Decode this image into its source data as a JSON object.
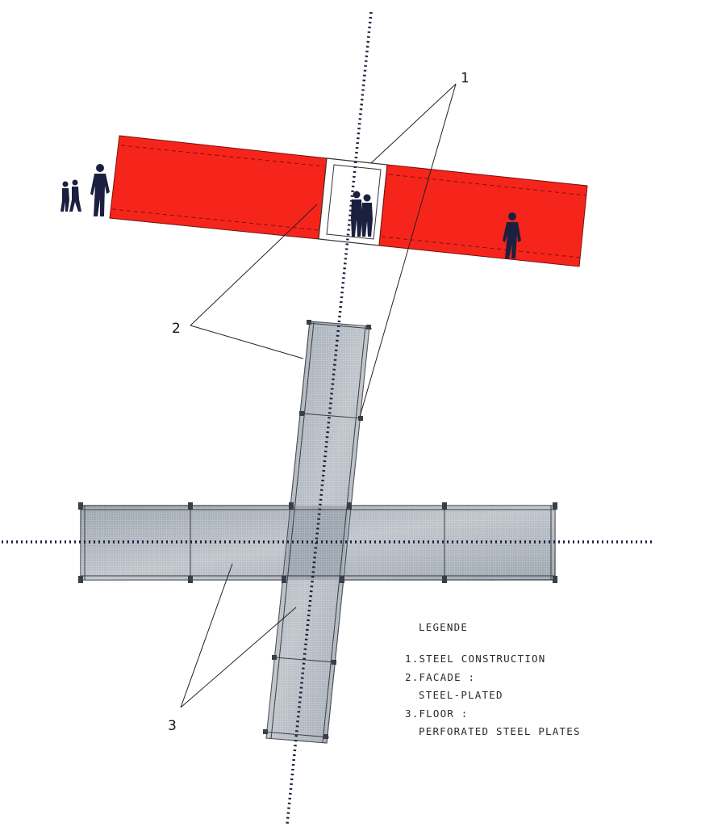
{
  "callouts": {
    "one": "1",
    "two": "2",
    "three": "3"
  },
  "legend": {
    "title": "LEGENDE",
    "item1": "1.STEEL CONSTRUCTION",
    "item2a": "2.FACADE :",
    "item2b": "STEEL-PLATED",
    "item3a": "3.FLOOR :",
    "item3b": "PERFORATED STEEL PLATES"
  },
  "colors": {
    "facade": "#f5251b",
    "floor": "#aeb6bf",
    "floor_light": "#cfd6dc",
    "frame": "#3a3f46",
    "axis": "#1a1f3a",
    "figure": "#1b2040"
  }
}
